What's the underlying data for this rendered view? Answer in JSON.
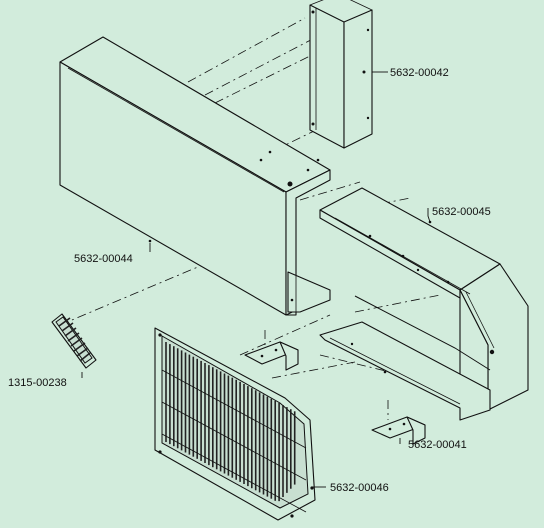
{
  "diagram": {
    "part_numbers": {
      "rear_bracket": "5632-00042",
      "top_cover": "5632-00045",
      "side_housing": "5632-00044",
      "filter": "1315-00238",
      "mount_bracket": "5632-00041",
      "front_grille": "5632-00046"
    }
  },
  "colors": {
    "background": "#d2ecdc",
    "line": "#111111"
  }
}
